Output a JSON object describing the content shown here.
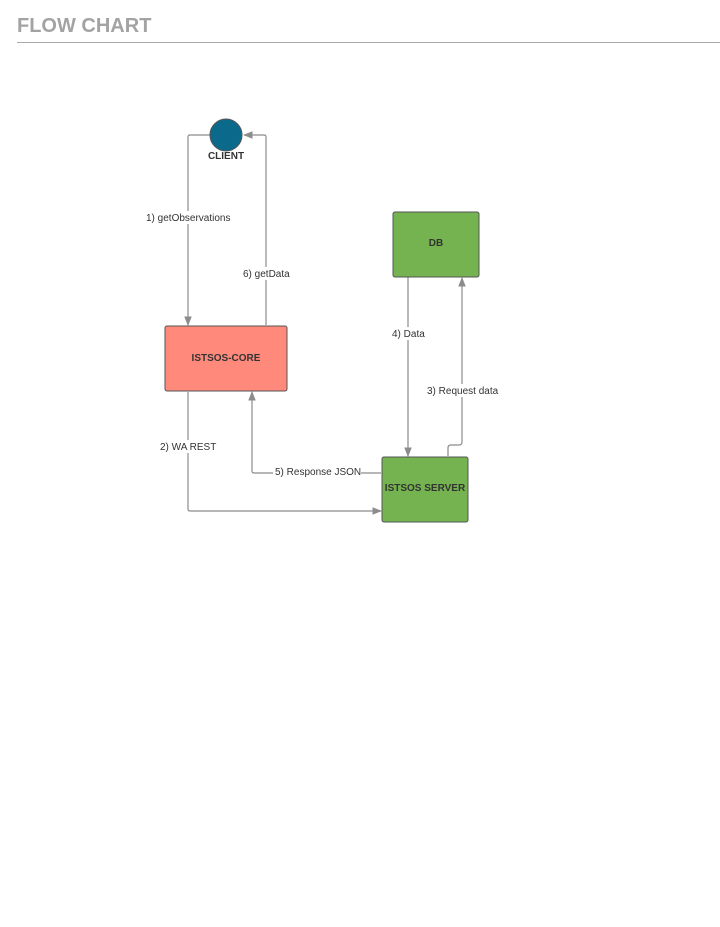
{
  "header": {
    "title": "FLOW CHART"
  },
  "nodes": {
    "client": {
      "label": "CLIENT",
      "color": "#0b6a8c"
    },
    "core": {
      "label": "ISTSOS-CORE",
      "color": "#ff8a7c"
    },
    "db": {
      "label": "DB",
      "color": "#74b350"
    },
    "server": {
      "label": "ISTSOS SERVER",
      "color": "#74b350"
    }
  },
  "edges": {
    "get_observations": "1) getObservations",
    "wa_rest": "2) WA REST",
    "request_data": "3) Request data",
    "data": "4) Data",
    "response_json": "5) Response JSON",
    "get_data": "6) getData"
  },
  "colors": {
    "edge": "#8c8c8c",
    "node_border": "#555555",
    "title": "#a3a3a3"
  }
}
